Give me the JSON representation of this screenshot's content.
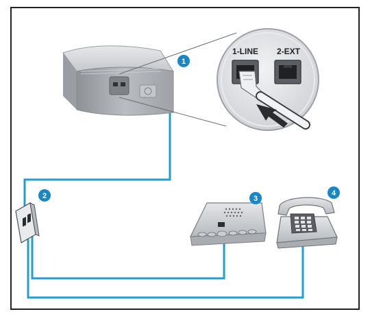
{
  "diagram": {
    "port_labels": {
      "line": "1-LINE",
      "ext": "2-EXT"
    },
    "callouts": [
      "1",
      "2",
      "3",
      "4"
    ],
    "components": {
      "printer": "printer-icon",
      "wall_jack": "wall-jack-icon",
      "answering_machine": "answering-machine-icon",
      "telephone": "telephone-icon",
      "plug": "phone-plug-icon",
      "arrow": "insert-arrow-icon"
    },
    "colors": {
      "cable": "#1e9fd0",
      "badge": "#1787c6",
      "frame": "#222222",
      "device_body": "#d4d7da",
      "device_shadow": "#a9adb1"
    }
  }
}
